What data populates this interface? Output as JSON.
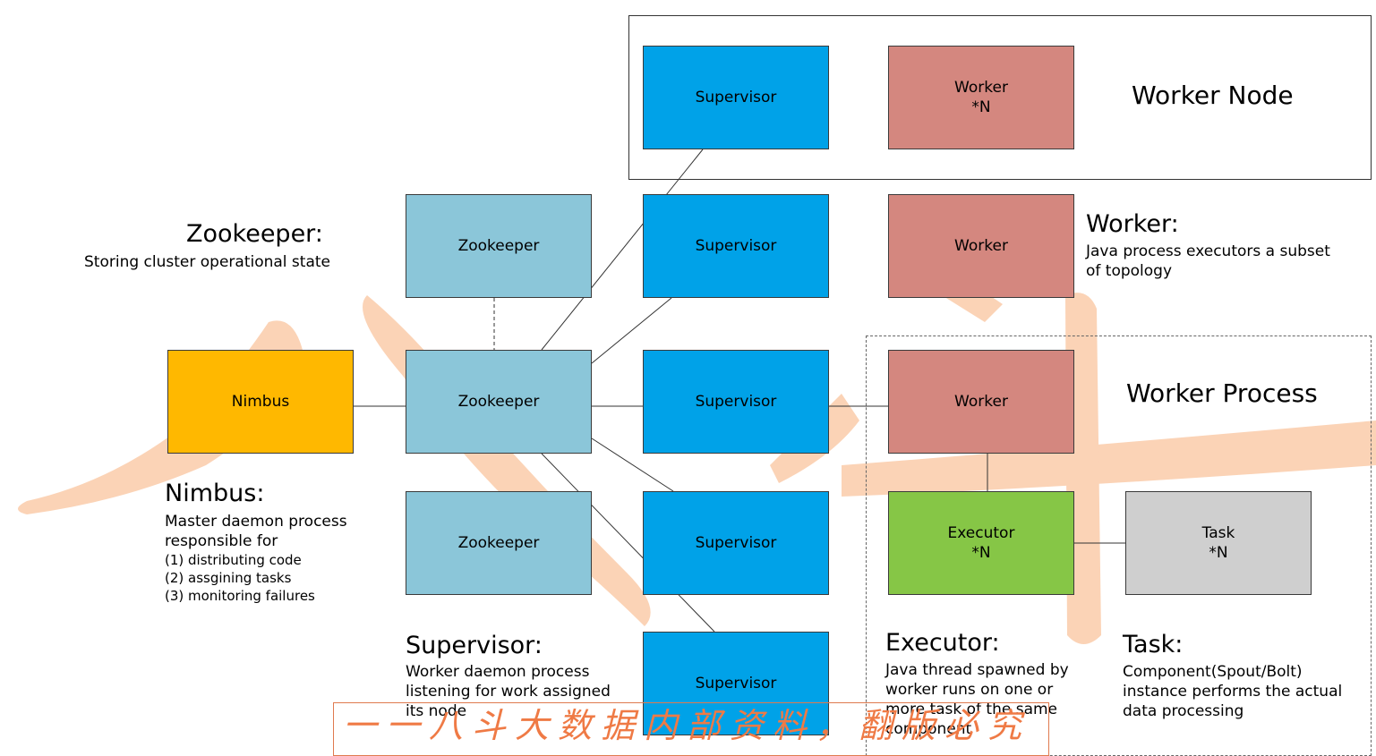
{
  "boxes": {
    "supervisor_1": "Supervisor",
    "worker_n_top": "Worker\n*N",
    "zookeeper_1": "Zookeeper",
    "supervisor_2": "Supervisor",
    "worker_mid": "Worker",
    "nimbus": "Nimbus",
    "zookeeper_2": "Zookeeper",
    "supervisor_3": "Supervisor",
    "worker_process": "Worker",
    "zookeeper_3": "Zookeeper",
    "supervisor_4": "Supervisor",
    "executor": "Executor\n*N",
    "task": "Task\n*N",
    "supervisor_5": "Supervisor"
  },
  "regions": {
    "worker_node_title": "Worker Node",
    "worker_process_title": "Worker Process"
  },
  "notes": {
    "zookeeper": {
      "title": "Zookeeper:",
      "desc": "Storing cluster operational state"
    },
    "worker": {
      "title": "Worker:",
      "desc": "Java process executors a subset\nof topology"
    },
    "nimbus": {
      "title": "Nimbus:",
      "desc": "Master daemon process\nresponsible for",
      "items": "(1) distributing code\n(2) assgining tasks\n(3) monitoring failures"
    },
    "supervisor": {
      "title": "Supervisor:",
      "desc": "Worker daemon process\nlistening for work assigned\nits node"
    },
    "executor": {
      "title": "Executor:",
      "desc": "Java thread spawned by\nworker runs on one or\nmore task of the same\ncomponent"
    },
    "task": {
      "title": "Task:",
      "desc": "Component(Spout/Bolt)\ninstance performs the actual\ndata processing"
    }
  },
  "watermark_text": "一一八斗大数据内部资料，翻版必究",
  "colors": {
    "supervisor": "#00a2e8",
    "zookeeper": "#8bc6d9",
    "worker": "#d4877f",
    "nimbus": "#ffb800",
    "executor": "#86c646",
    "task": "#cfcfcf",
    "watermark": "#f9c9a8"
  }
}
